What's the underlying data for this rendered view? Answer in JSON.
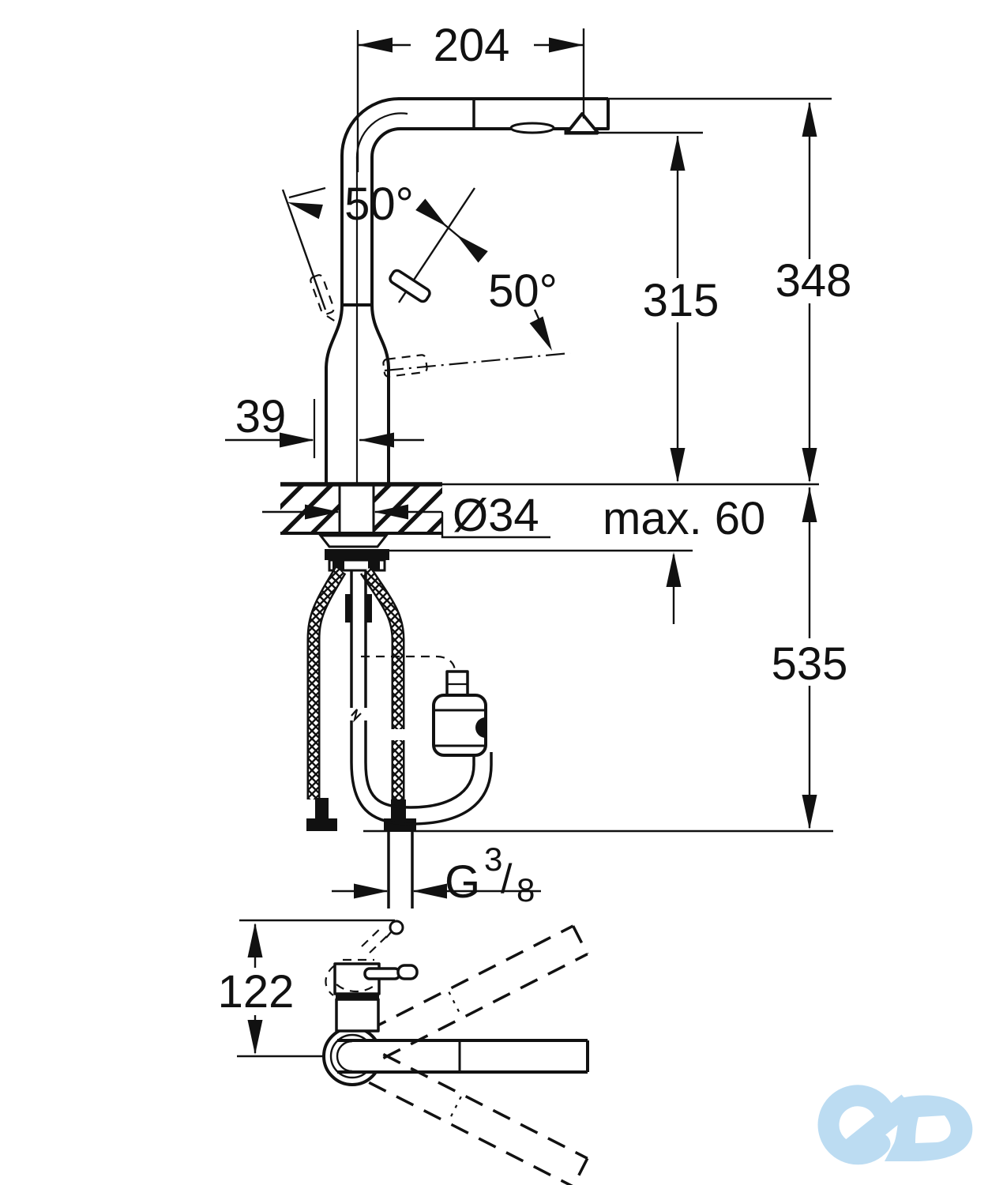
{
  "drawing": {
    "type": "technical-dimension-drawing",
    "colors": {
      "line": "#111111",
      "background": "#ffffff",
      "watermark": "#bcdcf2"
    },
    "labels": {
      "d204": "204",
      "a50_left": "50°",
      "a50_right": "50°",
      "d315": "315",
      "d348": "348",
      "d39": "39",
      "dia34": "Ø34",
      "max60": "max. 60",
      "d535": "535",
      "thread_letter": "G",
      "thread_num": "3",
      "thread_slash": "/",
      "thread_den": "8",
      "d122": "122"
    }
  }
}
